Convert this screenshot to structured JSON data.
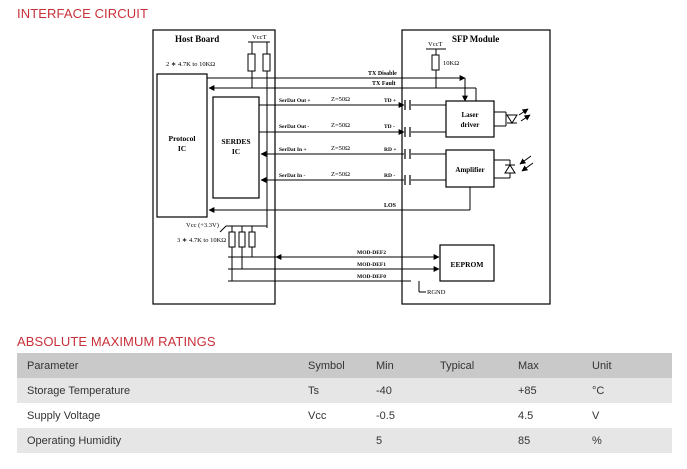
{
  "titles": {
    "interface": "INTERFACE CIRCUIT",
    "ratings": "ABSOLUTE MAXIMUM RATINGS"
  },
  "circuit": {
    "host_board": "Host Board",
    "sfp_module": "SFP Module",
    "vcct_host": "VccT",
    "vcct_module": "VccT",
    "host_pullups": "2 ∗ 4.7K to 10KΩ",
    "module_pullup": "10KΩ",
    "protocol_ic_line1": "Protocol",
    "protocol_ic_line2": "IC",
    "serdes_line1": "SERDES",
    "serdes_line2": "IC",
    "tx_disable": "TX Disable",
    "tx_fault": "TX Fault",
    "serdat_out_plus": "SerDat Out +",
    "serdat_out_minus": "SerDat Out -",
    "serdat_in_plus": "SerDat In +",
    "serdat_in_minus": "SerDat In -",
    "z1": "Z=50Ω",
    "z2": "Z=50Ω",
    "z3": "Z=50Ω",
    "z4": "Z=50Ω",
    "td_plus": "TD +",
    "td_minus": "TD -",
    "rd_plus": "RD +",
    "rd_minus": "RD -",
    "laser_line1": "Laser",
    "laser_line2": "driver",
    "amplifier": "Amplifier",
    "los": "LOS",
    "vcc_33": "Vcc (+3.3V)",
    "mod_pullups": "3 ∗ 4.7K to 10KΩ",
    "mod_def2": "MOD-DEF2",
    "mod_def1": "MOD-DEF1",
    "mod_def0": "MOD-DEF0",
    "eeprom": "EEPROM",
    "rgnd": "RGND"
  },
  "ratings": {
    "headers": [
      "Parameter",
      "Symbol",
      "Min",
      "Typical",
      "Max",
      "Unit"
    ],
    "rows": [
      [
        "Storage Temperature",
        "Ts",
        "-40",
        "",
        "+85",
        "°C"
      ],
      [
        "Supply Voltage",
        "Vcc",
        "-0.5",
        "",
        "4.5",
        "V"
      ],
      [
        "Operating Humidity",
        "",
        "5",
        "",
        "85",
        "%"
      ]
    ]
  }
}
